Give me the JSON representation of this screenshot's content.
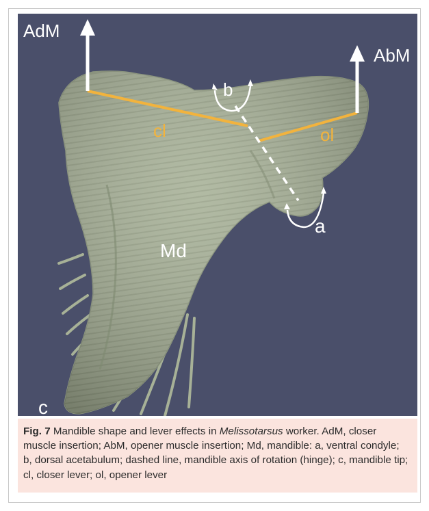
{
  "figure": {
    "labels": {
      "adm": "AdM",
      "abm": "AbM",
      "b": "b",
      "cl": "cl",
      "ol": "ol",
      "a": "a",
      "md": "Md",
      "c": "c"
    },
    "colors": {
      "background": "#4a4f6a",
      "mandible": "#a7b197",
      "lever": "#f2b33d",
      "arrow": "#ffffff"
    }
  },
  "caption": {
    "fig_label": "Fig. 7",
    "text_before_species": " Mandible shape and lever effects in ",
    "species": "Melissotarsus",
    "text_after_species": " worker. AdM, closer muscle insertion; AbM, opener muscle insertion; Md, mandible: a, ventral condyle; b, dorsal acetabulum; dashed line, mandible axis of rotation (hinge); c, mandible tip; cl, closer lever; ol, opener lever"
  }
}
